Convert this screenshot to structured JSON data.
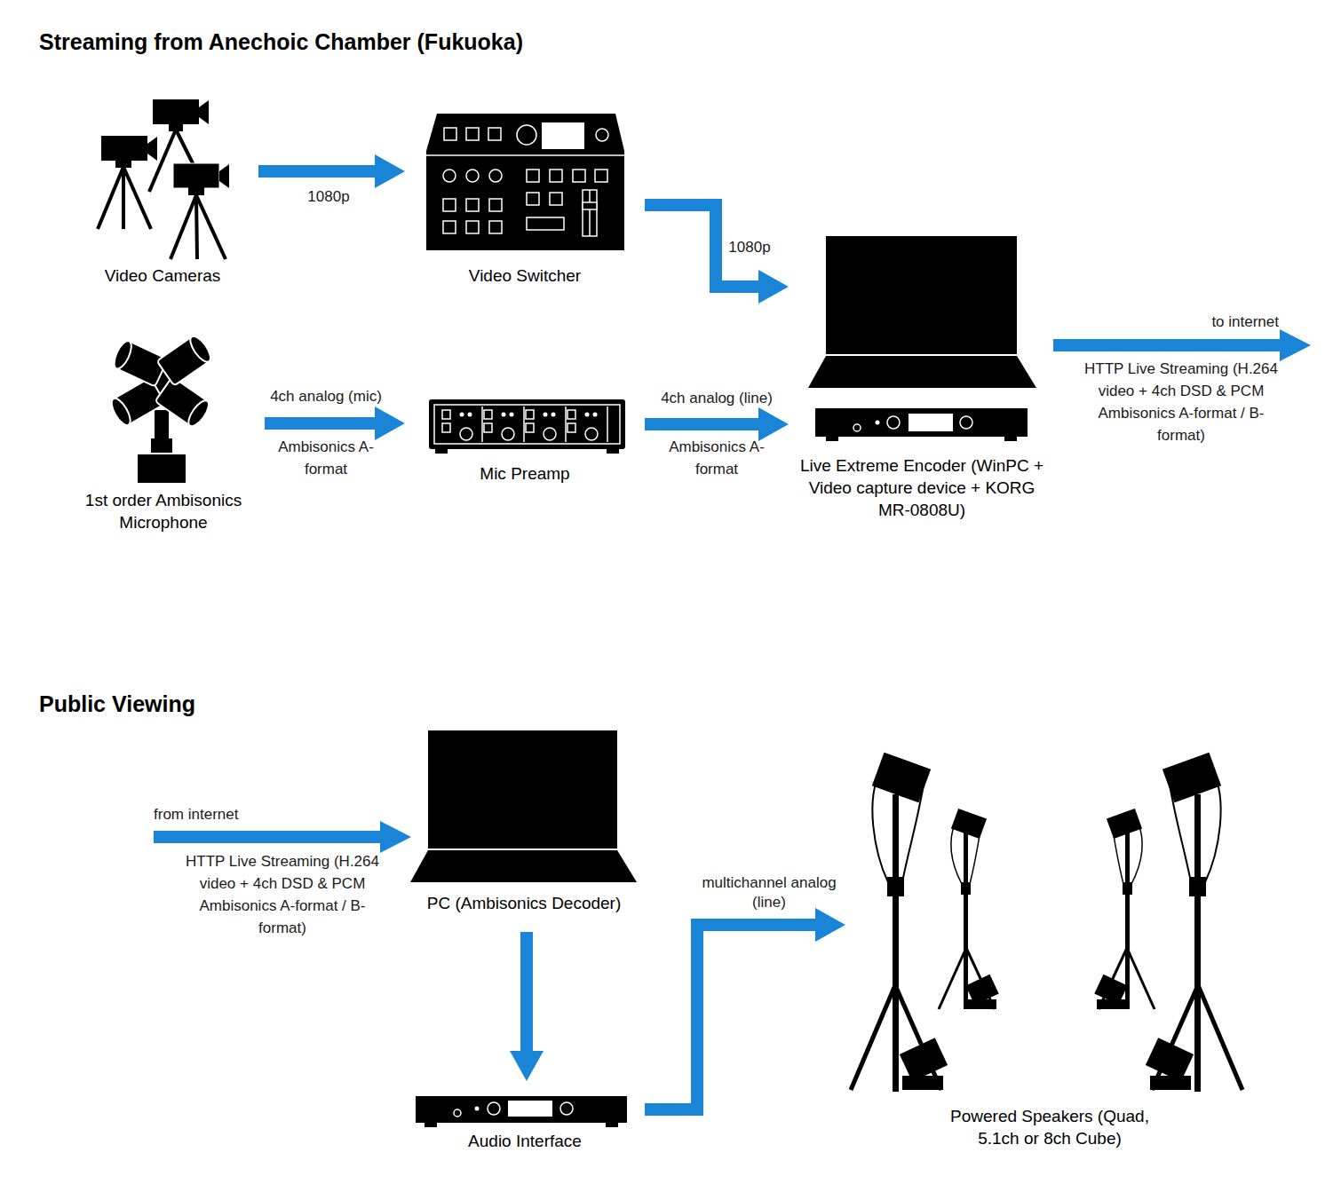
{
  "diagram": {
    "nodes": [
      {
        "text": [
          "Video Cameras"
        ]
      },
      {
        "text": [
          "Video Switcher"
        ]
      },
      {
        "text": [
          "1st order Ambisonics Microphone"
        ]
      },
      {
        "text": [
          "Mic Preamp"
        ]
      },
      {
        "text": [
          "Live Extreme Encoder (WinPC + Video capture device + KORG MR-0808U)"
        ]
      },
      {
        "text": [
          "PC (Ambisonics Decoder)"
        ]
      },
      {
        "text": [
          "Audio Interface"
        ]
      },
      {
        "text": [
          "Powered Speakers (Quad, 5.1ch or 8ch Cube)"
        ]
      }
    ],
    "edges": [
      {
        "from": 0,
        "to": 1,
        "label": "1080p",
        "arrow": "to"
      },
      {
        "from": 1,
        "to": 4,
        "label": "1080p",
        "arrow": "to"
      },
      {
        "from": 2,
        "to": 3,
        "label": "4ch analog (mic)",
        "arrow": "to"
      },
      {
        "from": 3,
        "to": 4,
        "label": "4ch analog (line)",
        "arrow": "to"
      },
      {
        "from": 5,
        "to": 6,
        "arrow": "to"
      },
      {
        "from": 6,
        "to": 7,
        "label": "multichannel analog (line)",
        "arrow": "to"
      }
    ],
    "labels": [
      "Streaming from Anechoic Chamber (Fukuoka)",
      "Ambisonics A-format",
      "Ambisonics A-format",
      "to internet",
      "HTTP Live Streaming (H.264 video + 4ch DSD & PCM Ambisonics A-format / B-format)",
      "Public Viewing",
      "from internet",
      "HTTP Live Streaming (H.264 video + 4ch DSD & PCM Ambisonics A-format / B-format)"
    ]
  }
}
